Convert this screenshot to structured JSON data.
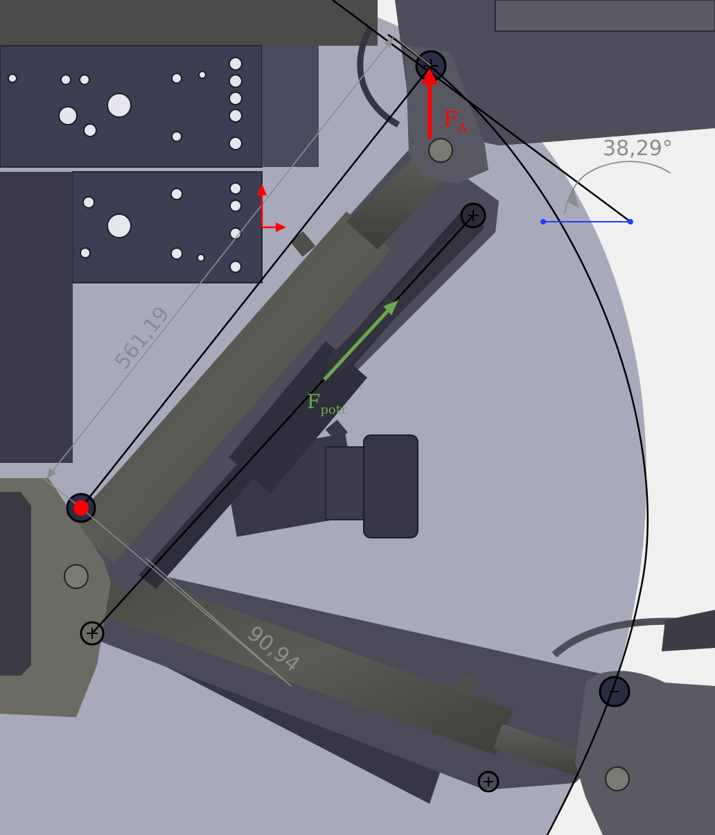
{
  "colors": {
    "background": "#f0f0f0",
    "plane": "#a9a9bc",
    "dark_part": "#363645",
    "mid_part": "#4e4e5c",
    "light_part": "#6b6a63",
    "dimension": "#8c8c8c",
    "force_a": "#ff0000",
    "force_potr": "#6aa84f",
    "sketch": "#0000ff",
    "geometry": "#000000"
  },
  "dimensions": {
    "length_long": "561,19",
    "length_short": "90,94",
    "angle": "38,29°"
  },
  "forces": {
    "fa": {
      "base": "F",
      "sub": "A"
    },
    "fpotr": {
      "base": "F",
      "sub": "potr"
    }
  },
  "icons": {
    "pin_points": [
      "pin-icon"
    ],
    "coordinate_axes": "axis-triad-icon"
  }
}
